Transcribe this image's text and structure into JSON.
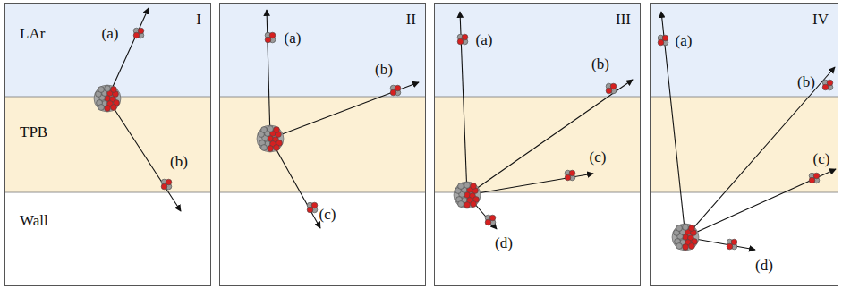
{
  "diagram": {
    "nodes": [
      {
        "text": [
          "I"
        ]
      },
      {
        "text": [
          "LAr"
        ],
        "in": 0
      },
      {
        "text": [
          "TPB"
        ],
        "in": 0
      },
      {
        "text": [
          "Wall"
        ],
        "in": 0
      },
      {
        "text": [
          "II"
        ]
      },
      {
        "text": [
          "III"
        ]
      },
      {
        "text": [
          "IV"
        ]
      }
    ],
    "labels": [
      "(a)",
      "(b)",
      "(a)",
      "(b)",
      "(c)",
      "(a)",
      "(b)",
      "(c)",
      "(d)",
      "(a)",
      "(b)",
      "(c)",
      "(d)"
    ]
  }
}
